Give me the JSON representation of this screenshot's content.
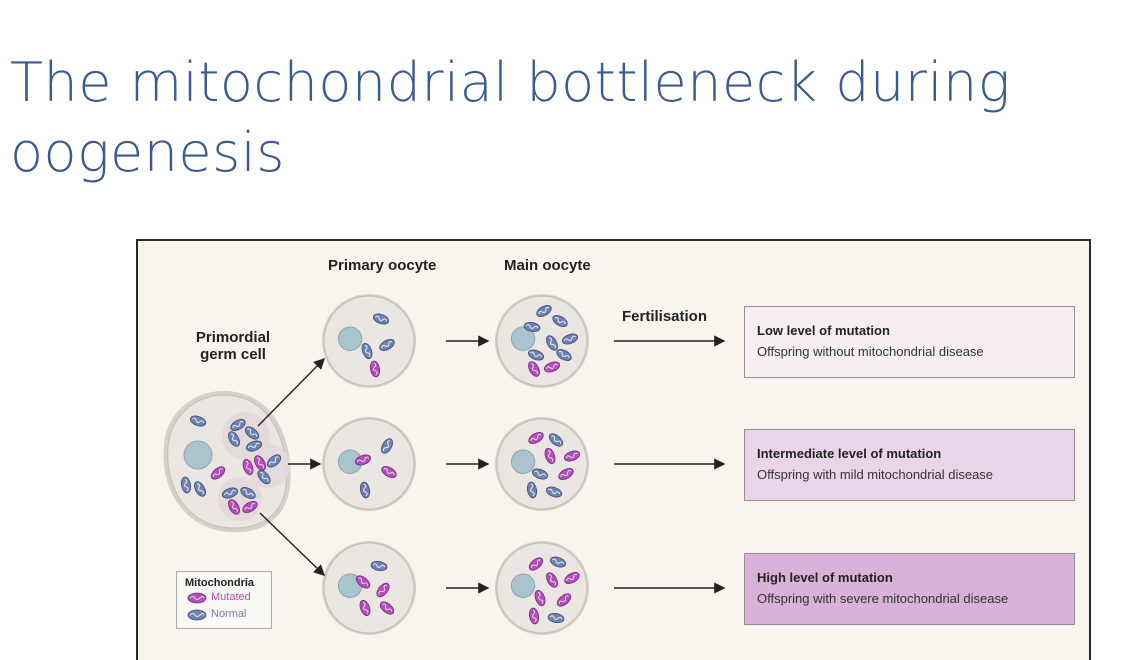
{
  "title": {
    "line1": "The mitochondrial bottleneck during",
    "line2": "oogenesis"
  },
  "diagram": {
    "primordial_label_line1": "Primordial",
    "primordial_label_line2": "germ cell",
    "primary_oocyte_label": "Primary oocyte",
    "main_oocyte_label": "Main oocyte",
    "fertilisation_label": "Fertilisation",
    "outcomes": [
      {
        "title": "Low level of mutation",
        "description": "Offspring without mitochondrial disease",
        "fill": "#f6eef3"
      },
      {
        "title": "Intermediate level of mutation",
        "description": "Offspring with mild mitochondrial disease",
        "fill": "#ead5e8"
      },
      {
        "title": "High level of mutation",
        "description": "Offspring with severe mitochondrial disease",
        "fill": "#d8b2d8"
      }
    ],
    "legend": {
      "title": "Mitochondria",
      "mutated_label": "Mutated",
      "normal_label": "Normal"
    },
    "colors": {
      "mutated": "#b050b8",
      "normal": "#6f82b0",
      "cell": "#ebe6e1",
      "nucleus": "#a9c4cc",
      "title": "#3b5a8f"
    }
  }
}
